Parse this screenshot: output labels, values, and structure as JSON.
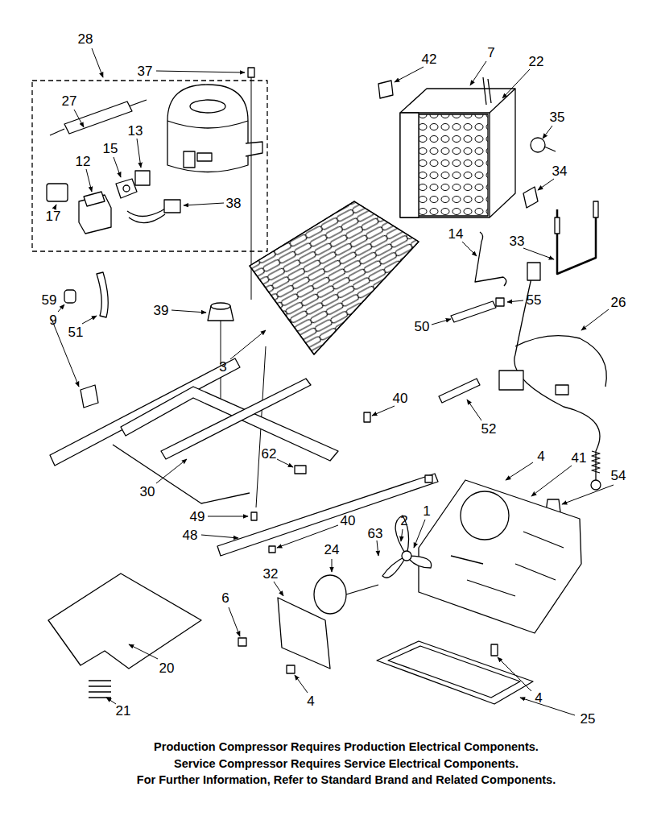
{
  "diagram": {
    "labels": [
      "28",
      "37",
      "27",
      "13",
      "15",
      "12",
      "17",
      "38",
      "42",
      "7",
      "22",
      "35",
      "34",
      "14",
      "33",
      "55",
      "50",
      "26",
      "59",
      "9",
      "51",
      "39",
      "3",
      "40",
      "52",
      "4",
      "41",
      "54",
      "62",
      "30",
      "49",
      "48",
      "40",
      "63",
      "2",
      "1",
      "24",
      "32",
      "6",
      "20",
      "21",
      "4",
      "4",
      "25",
      "Production Compressor Requires Production Electrical Components.",
      "Service Compressor Requires Service Electrical Components.",
      "For Further Information, Refer to Standard Brand and Related Components."
    ]
  }
}
